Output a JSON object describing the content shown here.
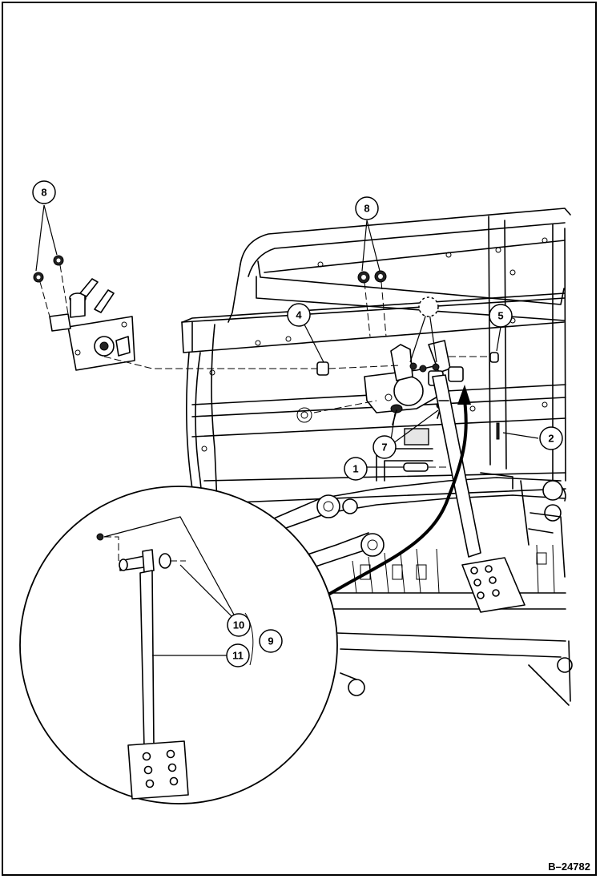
{
  "figure": {
    "id_label": "B–24782",
    "callouts": [
      "8",
      "8",
      "4",
      "5",
      "2",
      "7",
      "1",
      "10",
      "9",
      "11"
    ]
  }
}
